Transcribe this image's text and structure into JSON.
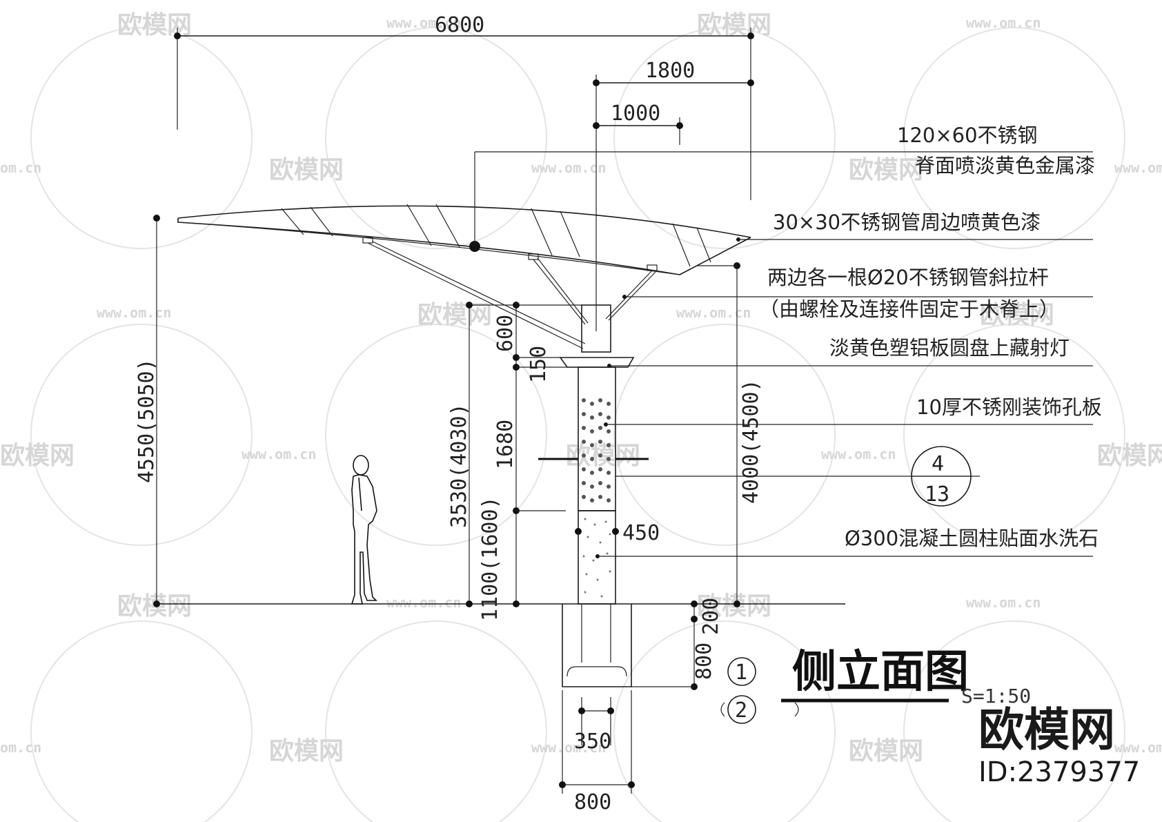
{
  "title": "侧立面图",
  "scale": "S=1:50",
  "dimensions": {
    "overall_width": "6800",
    "canopy_reach": "1800",
    "beam_offset": "1000",
    "canopy_height": "4550(5050)",
    "tie_top_height": "3530(4030)",
    "column_height": "4000(4500)",
    "seg_600": "600",
    "seg_150": "150",
    "seg_1680": "1680",
    "seg_1100": "1100(1600)",
    "column_dia": "450",
    "footing_depth": "800",
    "footing_offset": "200",
    "base_inner": "350",
    "base_width": "800"
  },
  "notes": [
    "120×60不锈钢",
    "脊面喷淡黄色金属漆",
    "30×30不锈钢管周边喷黄色漆",
    "两边各一根Ø20不锈钢管斜拉杆",
    "（由螺栓及连接件固定于木脊上）",
    "淡黄色塑铝板圆盘上藏射灯",
    "10厚不锈刚装饰孔板",
    "Ø300混凝土圆柱贴面水洗石"
  ],
  "section_ref": {
    "top": "4",
    "bottom": "13"
  },
  "callouts": [
    "1",
    "2"
  ],
  "watermark": {
    "brand": "欧模网",
    "url": "www.om.cn",
    "url_short": "om.cn"
  },
  "brand_logo": "欧模网",
  "brand_id": "ID:2379377"
}
